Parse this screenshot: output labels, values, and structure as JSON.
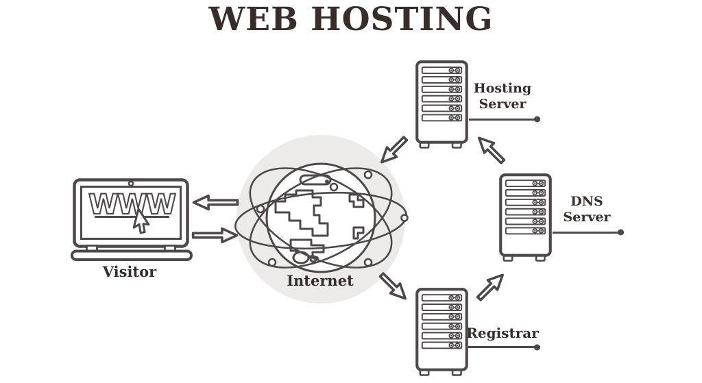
{
  "title": "WEB HOSTING",
  "colors": {
    "canvas": "#ffffff",
    "outline": "#4e4849",
    "text": "#382d2a",
    "globe_background": "#ecebea"
  },
  "nodes": {
    "visitor": {
      "label": "Visitor",
      "icon": "laptop-www-icon"
    },
    "internet": {
      "label": "Internet",
      "icon": "globe-network-icon"
    },
    "hosting_server": {
      "label": "Hosting Server",
      "icon": "server-tower-icon"
    },
    "dns_server": {
      "label": "DNS Server",
      "icon": "server-tower-icon"
    },
    "registrar": {
      "label": "Registrar",
      "icon": "server-tower-icon"
    }
  },
  "flows": [
    {
      "from": "internet",
      "to": "visitor",
      "direction": "left"
    },
    {
      "from": "visitor",
      "to": "internet",
      "direction": "right"
    },
    {
      "from": "hosting_server",
      "to": "internet",
      "direction": "down-left"
    },
    {
      "from": "dns_server",
      "to": "hosting_server",
      "direction": "up-left"
    },
    {
      "from": "internet",
      "to": "registrar",
      "direction": "down-right"
    },
    {
      "from": "registrar",
      "to": "dns_server",
      "direction": "up-right"
    }
  ]
}
